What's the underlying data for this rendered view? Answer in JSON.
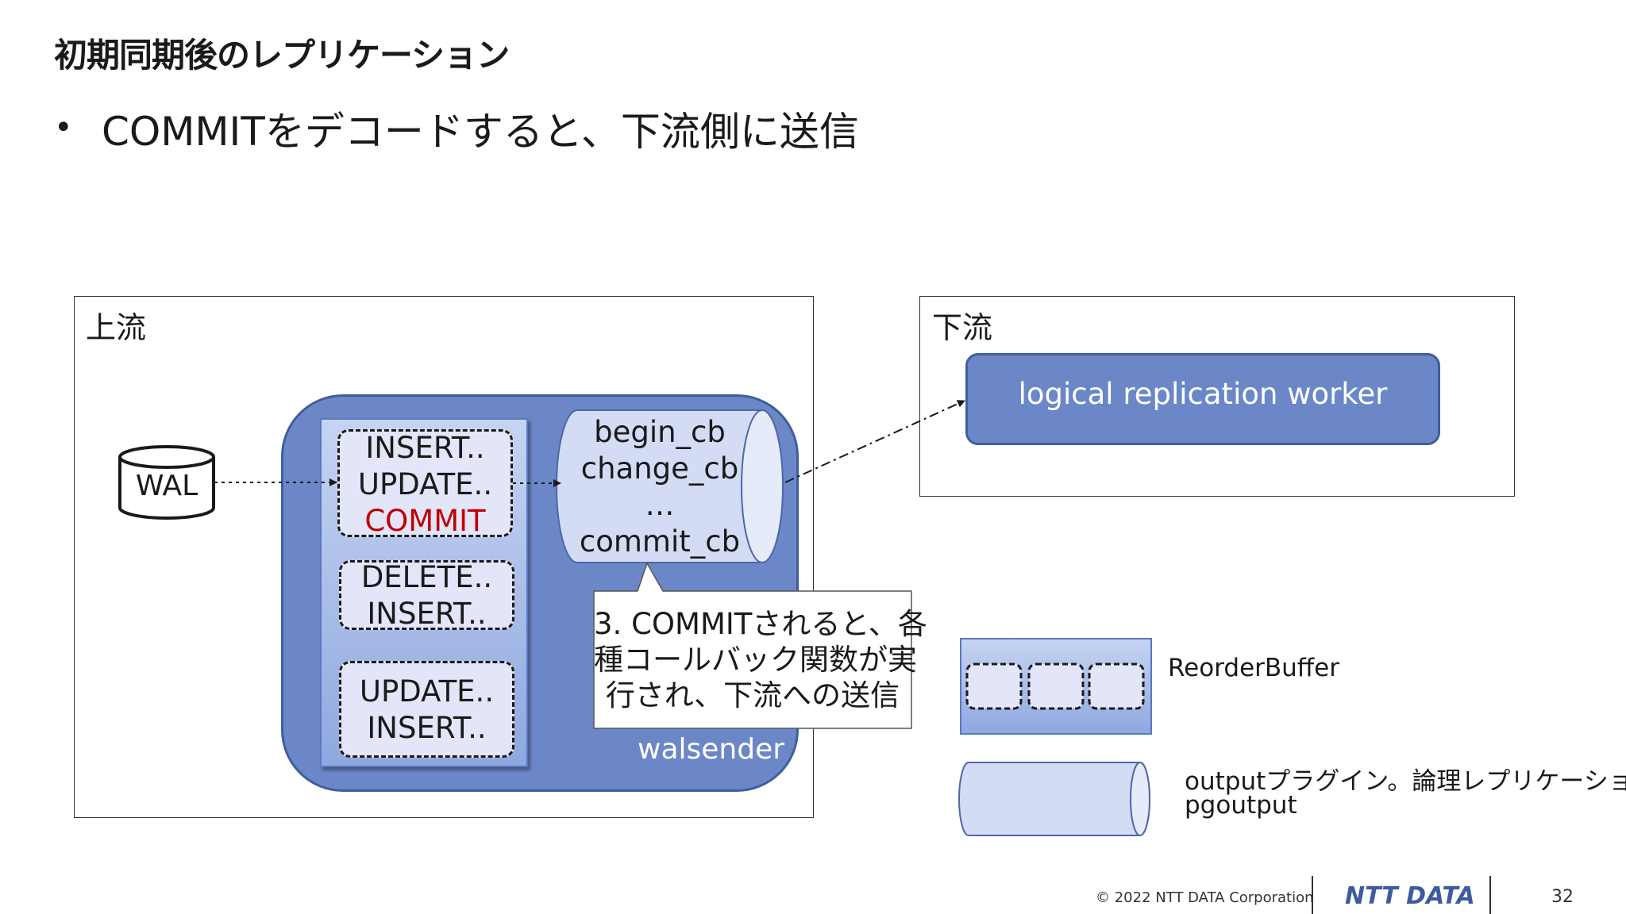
{
  "slide": {
    "title": "初期同期後のレプリケーション",
    "bullet": "COMMITをデコードすると、下流側に送信"
  },
  "diagram": {
    "upstream_label": "上流",
    "downstream_label": "下流",
    "wal_label": "WAL",
    "walsender_label": "walsender",
    "reorder_buffer_slots": [
      {
        "lines": [
          "INSERT..",
          "UPDATE.."
        ],
        "highlight": "COMMIT"
      },
      {
        "lines": [
          "DELETE..",
          "INSERT.."
        ]
      },
      {
        "lines": [
          "UPDATE..",
          "INSERT.."
        ]
      }
    ],
    "callbacks": [
      "begin_cb",
      "change_cb",
      "…",
      "commit_cb"
    ],
    "callout_lines": [
      "3. COMMITされると、各",
      "種コールバック関数が実",
      "行され、下流への送信"
    ],
    "worker_label": "logical replication worker"
  },
  "legend": {
    "reorder_buffer": "ReorderBuffer",
    "output_plugin_line1": "outputプラグイン。論理レプリケーションでは",
    "output_plugin_line2": "pgoutput"
  },
  "footer": {
    "copyright": "© 2022 NTT DATA Corporation",
    "brand": "NTT DATA",
    "page_number": "32"
  },
  "colors": {
    "box_fill": "#6b87c7",
    "box_border": "#3f5e9e",
    "cylinder_fill": "#d4dcf5",
    "slot_fill": "#e3e5f8",
    "highlight": "#c00000"
  }
}
